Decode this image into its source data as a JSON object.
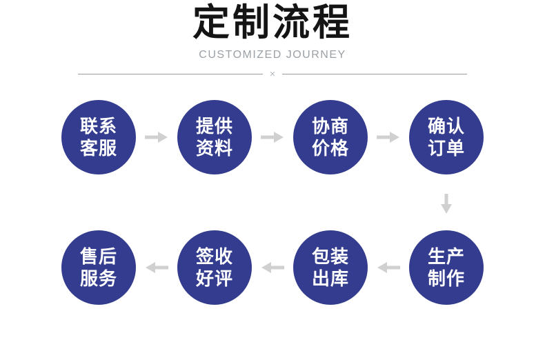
{
  "header": {
    "title": "定制流程",
    "subtitle": "CUSTOMIZED JOURNEY",
    "divider_mark": "×"
  },
  "colors": {
    "circle_fill": "#333c8e",
    "circle_text": "#ffffff",
    "arrow": "#d0d0d0",
    "title_text": "#141414",
    "subtitle_text": "#9aa0a6",
    "divider_line": "#9b9b9b"
  },
  "flow": {
    "row1_direction": "left-to-right",
    "row2_direction": "right-to-left",
    "row1": [
      {
        "line1": "联系",
        "line2": "客服"
      },
      {
        "line1": "提供",
        "line2": "资料"
      },
      {
        "line1": "协商",
        "line2": "价格"
      },
      {
        "line1": "确认",
        "line2": "订单"
      }
    ],
    "row2": [
      {
        "line1": "售后",
        "line2": "服务"
      },
      {
        "line1": "签收",
        "line2": "好评"
      },
      {
        "line1": "包装",
        "line2": "出库"
      },
      {
        "line1": "生产",
        "line2": "制作"
      }
    ]
  }
}
